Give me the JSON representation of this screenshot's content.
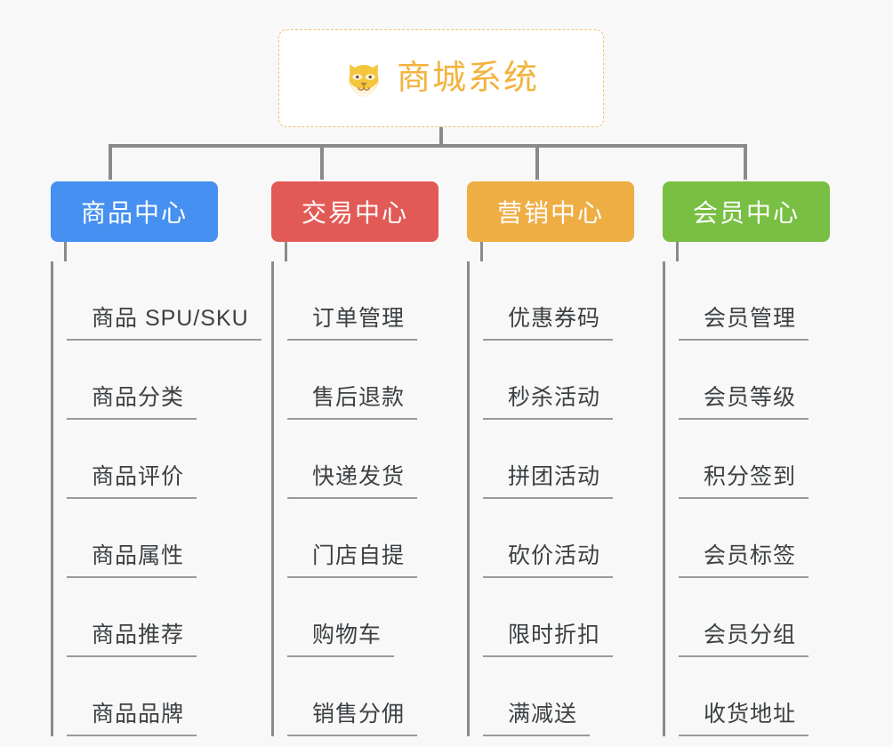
{
  "page": {
    "background_color": "#f8f8f8",
    "line_color": "#8a8a8a"
  },
  "root": {
    "title": "商城系统",
    "icon": "shiba-dog-face-emoji",
    "text_color": "#f2b33d",
    "border_color": "#f0c070",
    "background_color": "#ffffff"
  },
  "columns": [
    {
      "header": "商品中心",
      "color": "#4590f0",
      "items": [
        "商品 SPU/SKU",
        "商品分类",
        "商品评价",
        "商品属性",
        "商品推荐",
        "商品品牌"
      ]
    },
    {
      "header": "交易中心",
      "color": "#e25a56",
      "items": [
        "订单管理",
        "售后退款",
        "快递发货",
        "门店自提",
        "购物车",
        "销售分佣"
      ]
    },
    {
      "header": "营销中心",
      "color": "#eeae44",
      "items": [
        "优惠券码",
        "秒杀活动",
        "拼团活动",
        "砍价活动",
        "限时折扣",
        "满减送"
      ]
    },
    {
      "header": "会员中心",
      "color": "#78bf43",
      "items": [
        "会员管理",
        "会员等级",
        "积分签到",
        "会员标签",
        "会员分组",
        "收货地址"
      ]
    }
  ]
}
